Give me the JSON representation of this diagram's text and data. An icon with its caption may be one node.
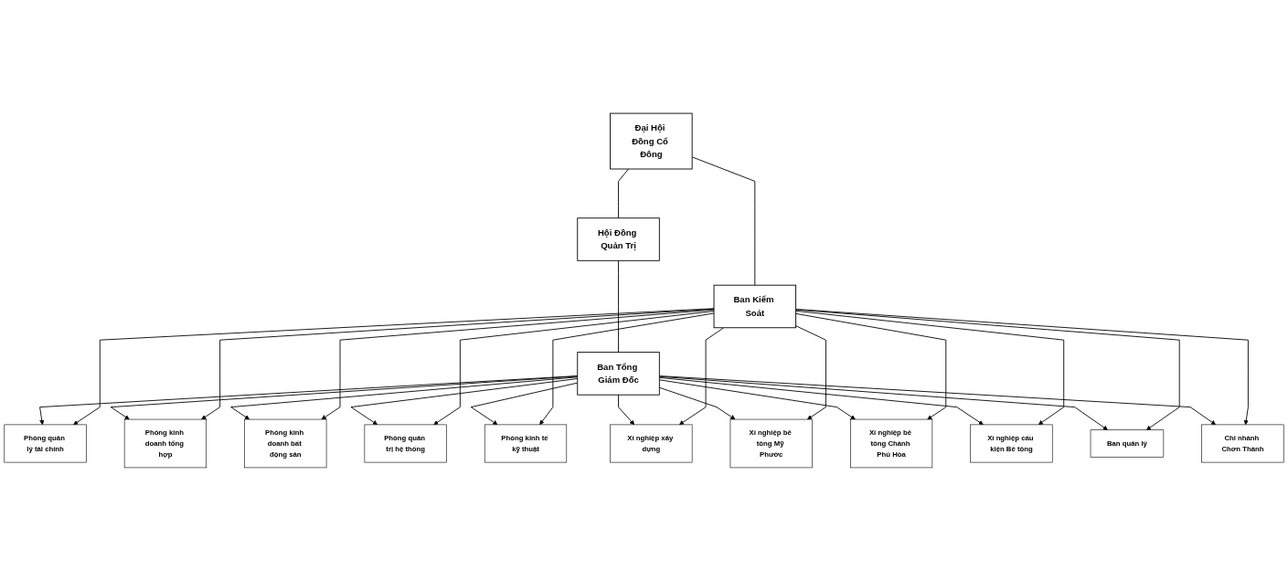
{
  "diagram": {
    "nodes": [
      {
        "text": [
          "Đại Hội Đồng Cổ Đông"
        ]
      },
      {
        "text": [
          "Ban Kiểm Soát"
        ]
      },
      {
        "text": [
          "Hội Đồng Quản Trị"
        ]
      },
      {
        "text": [
          "Ban Tổng Giám Đốc"
        ]
      },
      {
        "text": [
          "Phòng quản lý tài chính"
        ]
      },
      {
        "text": [
          "Phòng kinh doanh tổng hợp"
        ]
      },
      {
        "text": [
          "Phòng kinh doanh bất động sản"
        ]
      },
      {
        "text": [
          "Phòng quản trị hệ thống"
        ]
      },
      {
        "text": [
          "Phòng kinh tế kỹ thuật"
        ]
      },
      {
        "text": [
          "Xí nghiệp xây dựng"
        ]
      },
      {
        "text": [
          "Xí nghiệp bê tông Mỹ Phước"
        ]
      },
      {
        "text": [
          "Xí nghiệp bê tông Chánh Phú Hòa"
        ]
      },
      {
        "text": [
          "Xí nghiệp cấu kiện Bê tông"
        ]
      },
      {
        "text": [
          "Ban quản lý"
        ]
      },
      {
        "text": [
          "Chi nhánh Chơn Thành"
        ]
      }
    ],
    "edges": [
      {
        "from": 0,
        "to": 2,
        "arrow": "none"
      },
      {
        "from": 0,
        "to": 1,
        "arrow": "none"
      },
      {
        "from": 2,
        "to": 3,
        "arrow": "none"
      },
      {
        "from": 3,
        "to": 4,
        "arrow": "to"
      },
      {
        "from": 3,
        "to": 5,
        "arrow": "to"
      },
      {
        "from": 3,
        "to": 6,
        "arrow": "to"
      },
      {
        "from": 3,
        "to": 7,
        "arrow": "to"
      },
      {
        "from": 3,
        "to": 8,
        "arrow": "to"
      },
      {
        "from": 3,
        "to": 9,
        "arrow": "to"
      },
      {
        "from": 3,
        "to": 10,
        "arrow": "to"
      },
      {
        "from": 3,
        "to": 11,
        "arrow": "to"
      },
      {
        "from": 3,
        "to": 12,
        "arrow": "to"
      },
      {
        "from": 3,
        "to": 13,
        "arrow": "to"
      },
      {
        "from": 3,
        "to": 14,
        "arrow": "to"
      },
      {
        "from": 1,
        "to": 4,
        "arrow": "to"
      },
      {
        "from": 1,
        "to": 5,
        "arrow": "to"
      },
      {
        "from": 1,
        "to": 6,
        "arrow": "to"
      },
      {
        "from": 1,
        "to": 7,
        "arrow": "to"
      },
      {
        "from": 1,
        "to": 8,
        "arrow": "to"
      },
      {
        "from": 1,
        "to": 9,
        "arrow": "to"
      },
      {
        "from": 1,
        "to": 10,
        "arrow": "to"
      },
      {
        "from": 1,
        "to": 11,
        "arrow": "to"
      },
      {
        "from": 1,
        "to": 12,
        "arrow": "to"
      },
      {
        "from": 1,
        "to": 13,
        "arrow": "to"
      },
      {
        "from": 1,
        "to": 14,
        "arrow": "to"
      }
    ]
  }
}
